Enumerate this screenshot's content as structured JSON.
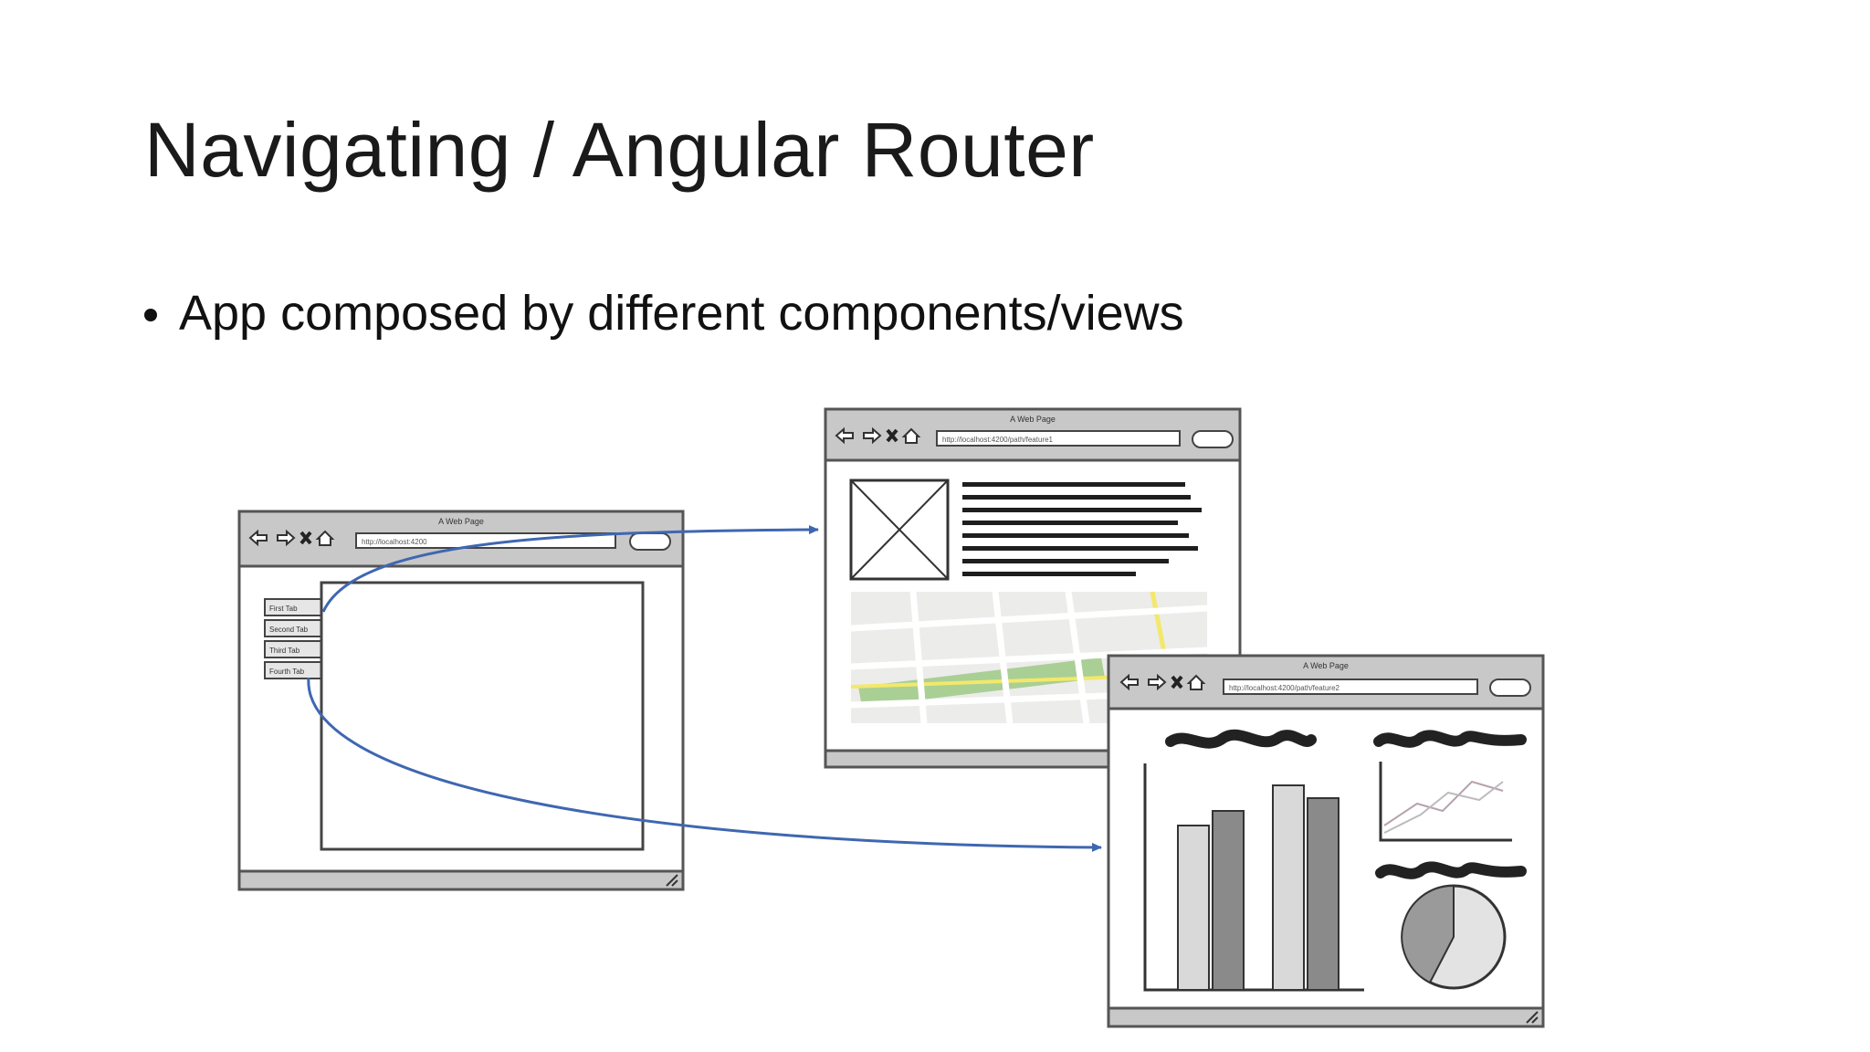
{
  "slide": {
    "title": "Navigating / Angular Router",
    "bullets": [
      "App composed by different components/views"
    ]
  },
  "mockups": {
    "main": {
      "window_title": "A Web Page",
      "url": "http://localhost:4200",
      "tabs": [
        "First Tab",
        "Second Tab",
        "Third Tab",
        "Fourth Tab"
      ]
    },
    "feature1": {
      "window_title": "A Web Page",
      "url": "http://localhost:4200/path/feature1"
    },
    "feature2": {
      "window_title": "A Web Page",
      "url": "http://localhost:4200/path/feature2"
    }
  },
  "colors": {
    "arrow": "#3f67b1",
    "window_frame": "#555555",
    "window_chrome": "#c8c8c8",
    "bar_light": "#d9d9d9",
    "bar_dark": "#8a8a8a",
    "map_base": "#ececea",
    "map_park": "#a9cf95",
    "map_road": "#f3e86a"
  },
  "icons": [
    "back-arrow-icon",
    "forward-arrow-icon",
    "close-x-icon",
    "home-icon",
    "image-placeholder-icon",
    "resize-grip-icon"
  ]
}
